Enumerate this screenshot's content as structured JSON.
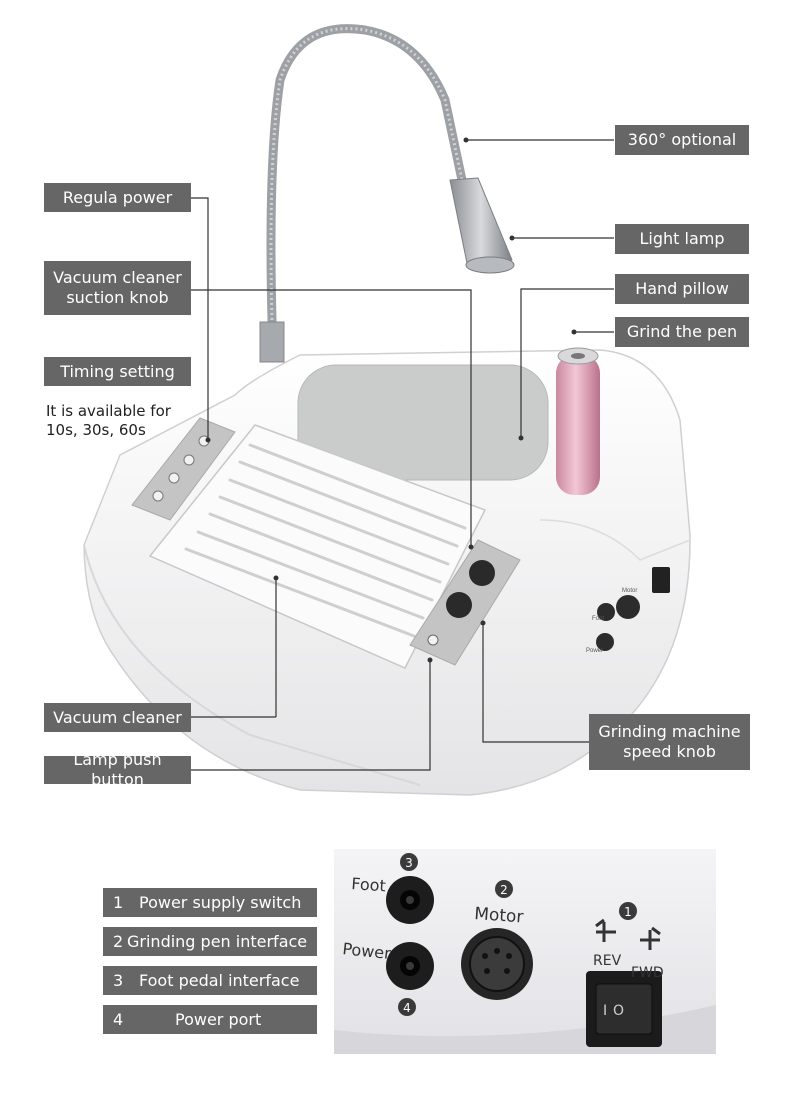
{
  "callouts": {
    "optional_360": "360° optional",
    "light_lamp": "Light lamp",
    "hand_pillow": "Hand pillow",
    "grind_pen": "Grind the pen",
    "regula_power": "Regula power",
    "vacuum_knob": "Vacuum cleaner suction knob",
    "timing_setting": "Timing setting",
    "timing_note": "It is available for 10s, 30s, 60s",
    "vacuum_cleaner": "Vacuum cleaner",
    "lamp_push_button": "Lamp push button",
    "grinding_speed_knob": "Grinding machine speed knob"
  },
  "legend": [
    {
      "num": "1",
      "text": "Power supply switch"
    },
    {
      "num": "2",
      "text": "Grinding pen interface"
    },
    {
      "num": "3",
      "text": "Foot pedal interface"
    },
    {
      "num": "4",
      "text": "Power port"
    }
  ],
  "panel": {
    "foot": "Foot",
    "power": "Power",
    "motor": "Motor",
    "rev": "REV",
    "fwd": "FWD",
    "badge_1": "1",
    "badge_2": "2",
    "badge_3": "3",
    "badge_4": "4",
    "switch_on": "I",
    "switch_off": "O"
  },
  "device": {
    "side_foot": "Foot",
    "side_motor": "Motor",
    "side_power": "Power"
  }
}
